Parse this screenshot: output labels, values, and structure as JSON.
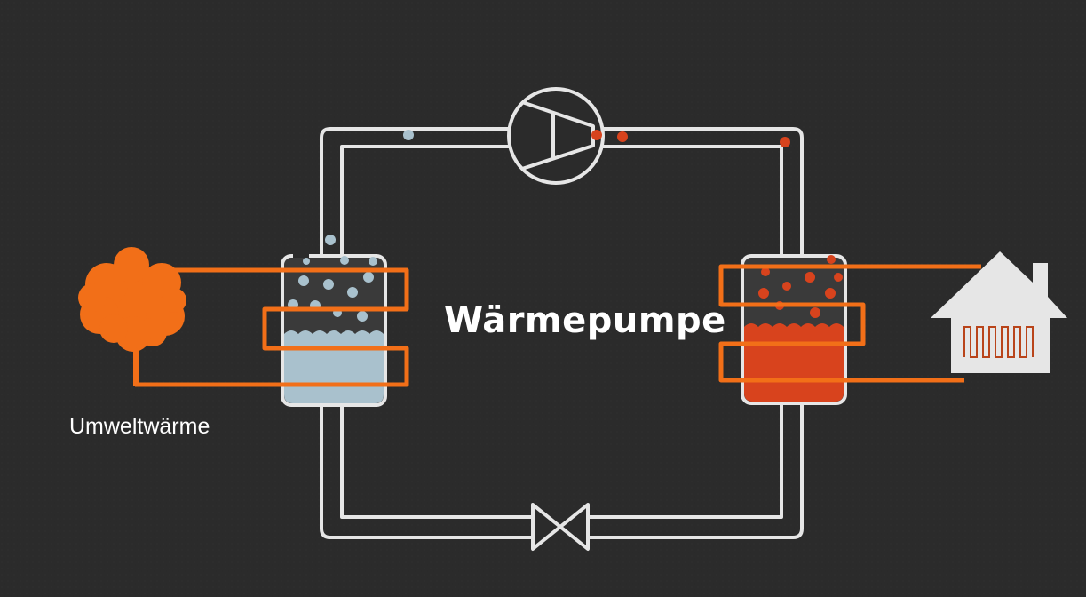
{
  "title": "Wärmepumpe",
  "environment_label": "Umweltwärme",
  "components": {
    "compressor": "compressor-icon",
    "expansion_valve": "expansion-valve-icon",
    "evaporator": "evaporator-tank",
    "condenser": "condenser-tank",
    "heat_source": "tree-icon",
    "heat_sink": "house-icon"
  },
  "colors": {
    "background": "#2b2b2b",
    "pipe": "#e6e6e6",
    "heat_transfer": "#f26f18",
    "cold_fluid": "#a9c1cd",
    "hot_fluid": "#d8431d"
  }
}
